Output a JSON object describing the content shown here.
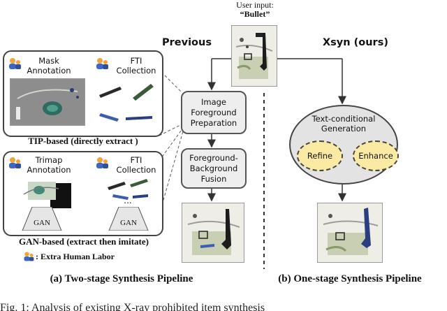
{
  "user_input": {
    "line1": "User input:",
    "line2": "“Bullet”"
  },
  "headers": {
    "previous": "Previous",
    "xsyn": "Xsyn (ours)"
  },
  "tip_panel": {
    "mask_label": [
      "Mask",
      "Annotation"
    ],
    "fti_label": [
      "FTI",
      "Collection"
    ],
    "caption": "TIP-based (directly extract )"
  },
  "gan_panel": {
    "trimap_label": [
      "Trimap",
      "Annotation"
    ],
    "fti_label": [
      "FTI",
      "Collection"
    ],
    "gan_text": "GAN",
    "ellipsis": "...",
    "caption": "GAN-based (extract then imitate)"
  },
  "legend": {
    "text": ": Extra Human Labor"
  },
  "steps": {
    "image_fg": [
      "Image",
      "Foreground",
      "Preparation"
    ],
    "fusion": [
      "Foreground-",
      "Background",
      "Fusion"
    ]
  },
  "generation": {
    "title": [
      "Text-conditional",
      "Generation"
    ],
    "refine": "Refine",
    "enhance": "Enhance"
  },
  "captions": {
    "left": "(a) Two-stage Synthesis Pipeline",
    "right": "(b) One-stage Synthesis Pipeline",
    "figure": "Fig. 1: Analysis of existing X-ray prohibited item synthesis"
  },
  "colors": {
    "gan_shape": "#e6e6e6",
    "ellipse_fill": "#e3e3e3",
    "refine_fill": "#fbeaa4",
    "worker_blue": "#3b67c7",
    "worker_orange": "#f2a33a"
  }
}
